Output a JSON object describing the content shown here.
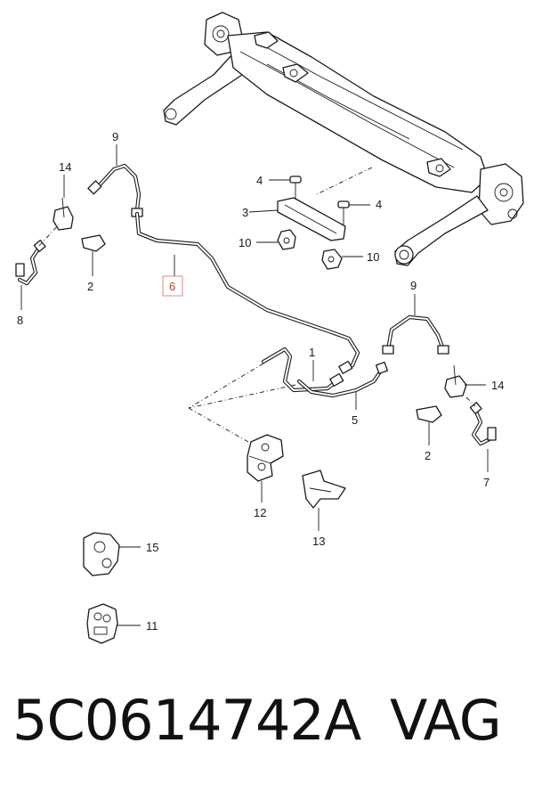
{
  "callouts": {
    "c1": "1",
    "c2a": "2",
    "c2b": "2",
    "c3": "3",
    "c4a": "4",
    "c4b": "4",
    "c5": "5",
    "c6": "6",
    "c7": "7",
    "c8": "8",
    "c9a": "9",
    "c9b": "9",
    "c10a": "10",
    "c10b": "10",
    "c11": "11",
    "c12": "12",
    "c13": "13",
    "c14a": "14",
    "c14b": "14",
    "c15": "15"
  },
  "footer": {
    "part_number": "5C0614742A",
    "brand": "VAG"
  },
  "colors": {
    "highlight": "#c0392b",
    "line": "#1a1a1a"
  }
}
